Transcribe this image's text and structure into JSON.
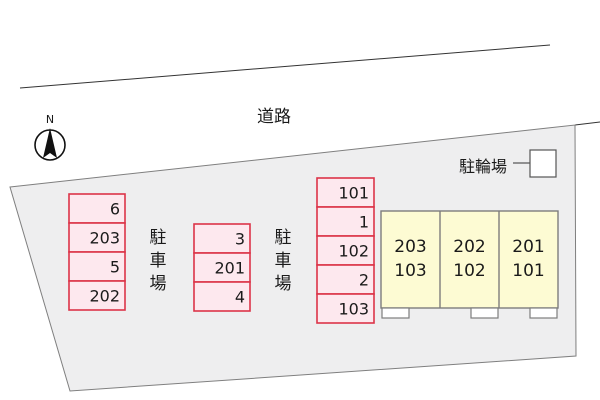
{
  "road_label": "道路",
  "north_label": "N",
  "bicycle_parking_label": "駐輪場",
  "parking_left": {
    "label": [
      "駐",
      "車",
      "場"
    ],
    "spaces": [
      "6",
      "203",
      "5",
      "202"
    ]
  },
  "parking_middle": {
    "label": [
      "駐",
      "車",
      "場"
    ],
    "spaces": [
      "3",
      "201",
      "4"
    ]
  },
  "parking_right": {
    "spaces": [
      "101",
      "1",
      "102",
      "2",
      "103"
    ]
  },
  "building_units": [
    {
      "upper": "203",
      "lower": "103"
    },
    {
      "upper": "202",
      "lower": "102"
    },
    {
      "upper": "201",
      "lower": "101"
    }
  ],
  "colors": {
    "lot": "#eeeeef",
    "lot_border": "#7f7f7f",
    "parking_fill": "#fde8ee",
    "parking_border": "#dc3448",
    "building_fill": "#fdfbd3",
    "building_border": "#7d7d7d"
  }
}
